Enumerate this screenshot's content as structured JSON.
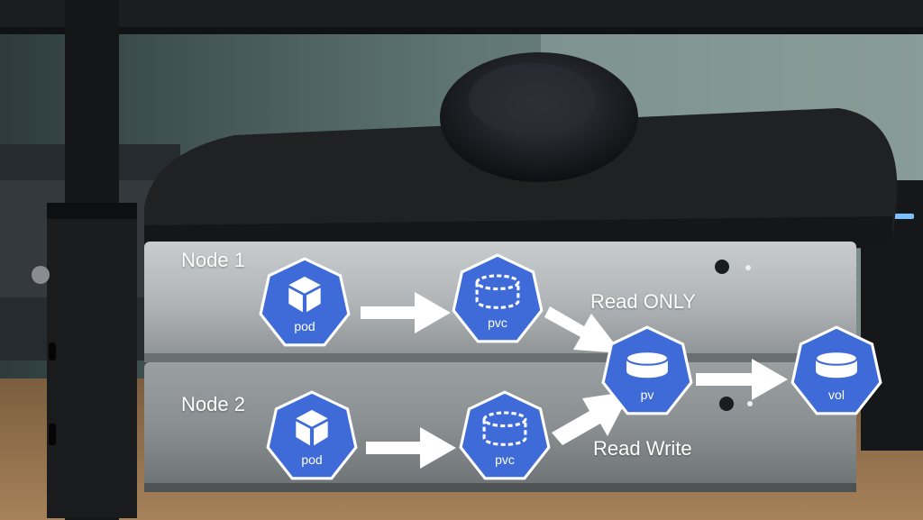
{
  "nodes": {
    "node1": "Node 1",
    "node2": "Node 2"
  },
  "badges": {
    "pod1": "pod",
    "pvc1": "pvc",
    "pv": "pv",
    "vol": "vol",
    "pod2": "pod",
    "pvc2": "pvc"
  },
  "access_modes": {
    "read_only": "Read ONLY",
    "read_write": "Read Write"
  },
  "colors": {
    "badge_blue": "#3e6bd8",
    "badge_border": "#ffffff",
    "arrow": "#ffffff"
  },
  "icons": {
    "pod": "cube-icon",
    "pvc": "dashed-cylinder-icon",
    "pv": "cylinder-icon",
    "vol": "cylinder-icon"
  }
}
